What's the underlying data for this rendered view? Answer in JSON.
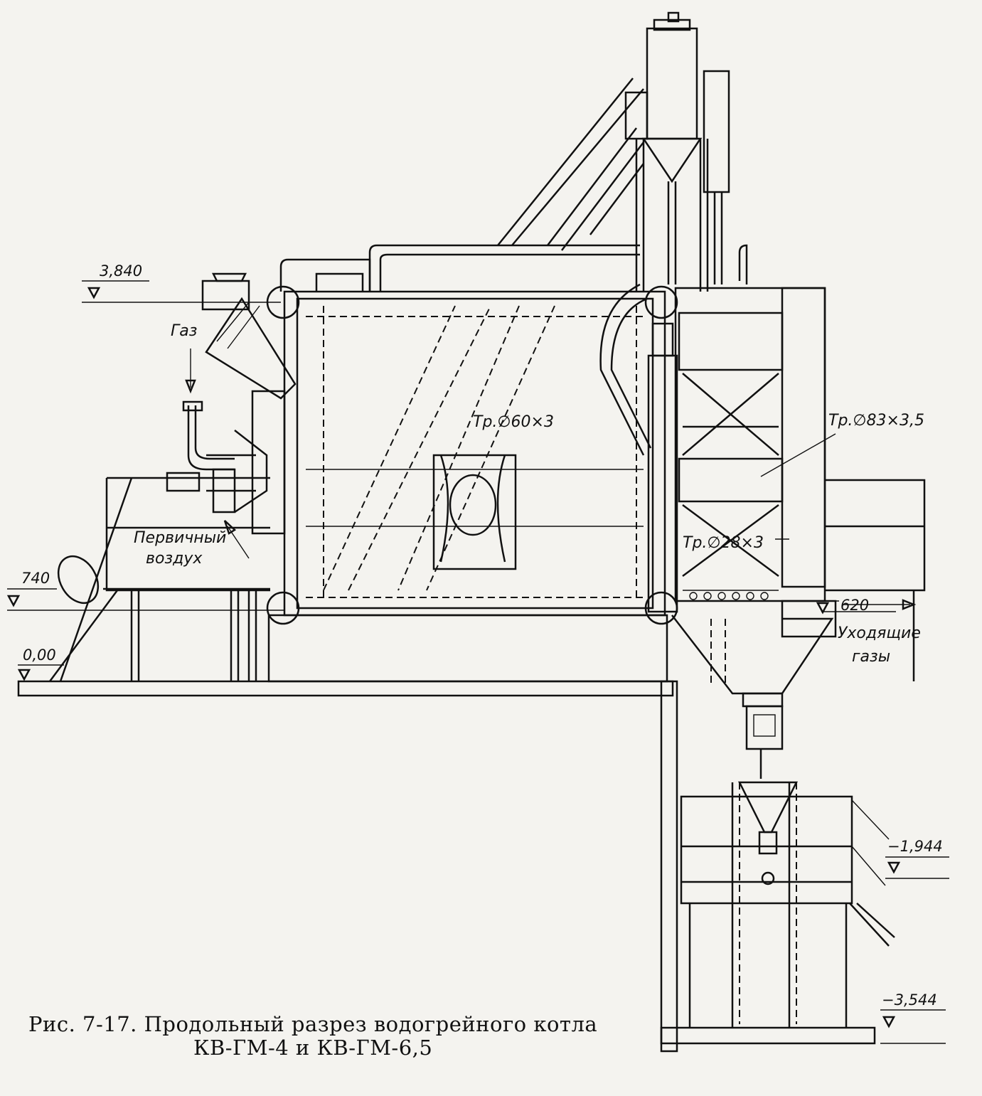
{
  "labels": {
    "gas": "Газ",
    "primary_air_1": "Первичный",
    "primary_air_2": "воздух",
    "flue_gas_1": "Уходящие",
    "flue_gas_2": "газы",
    "pipe_60": "Тр.∅60×3",
    "pipe_83": "Тр.∅83×3,5",
    "pipe_28": "Тр.∅28×3"
  },
  "elevations": {
    "e3840": "3,840",
    "e740": "740",
    "e000": "0,00",
    "e620": "620",
    "em1944": "−1,944",
    "em3544": "−3,544"
  },
  "caption": {
    "line1": "Рис. 7-17. Продольный разрез водогрейного котла",
    "line2": "КВ-ГМ-4 и КВ-ГМ-6,5"
  }
}
